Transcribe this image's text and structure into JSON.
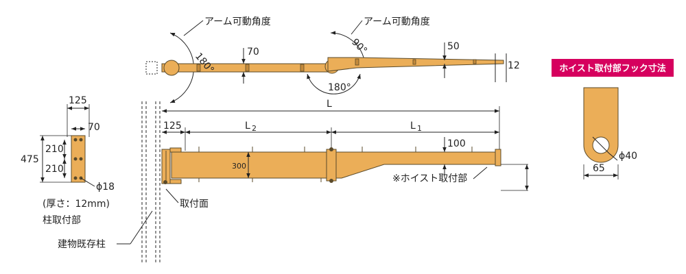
{
  "colors": {
    "arm_fill": "#EBAE58",
    "arm_stroke": "#5a4a2a",
    "badge": "#D6005E",
    "line": "#222222"
  },
  "top_view": {
    "angle_label_1": "アーム可動角度",
    "angle_label_2": "アーム可動角度",
    "angle_180_a": "180°",
    "angle_90": "90°",
    "angle_180_b": "180°",
    "dim_70": "70",
    "dim_50": "50",
    "dim_12": "12"
  },
  "side_view": {
    "dim_L": "L",
    "dim_125": "125",
    "dim_L2": "L",
    "dim_L2_sub": "2",
    "dim_L1": "L",
    "dim_L1_sub": "1",
    "dim_100": "100",
    "dim_300": "300",
    "hoist_note": "※ホイスト取付部",
    "mount_face": "取付面",
    "existing_column": "建物既存柱"
  },
  "column_plate": {
    "dim_125": "125",
    "dim_70": "70",
    "dim_475": "475",
    "dim_210_a": "210",
    "dim_210_b": "210",
    "dim_phi18": "ϕ18",
    "thickness": "(厚さ：12mm)",
    "caption": "柱取付部"
  },
  "hook_detail": {
    "title": "ホイスト取付部フック寸法",
    "dim_phi40": "ϕ40",
    "dim_65": "65"
  }
}
